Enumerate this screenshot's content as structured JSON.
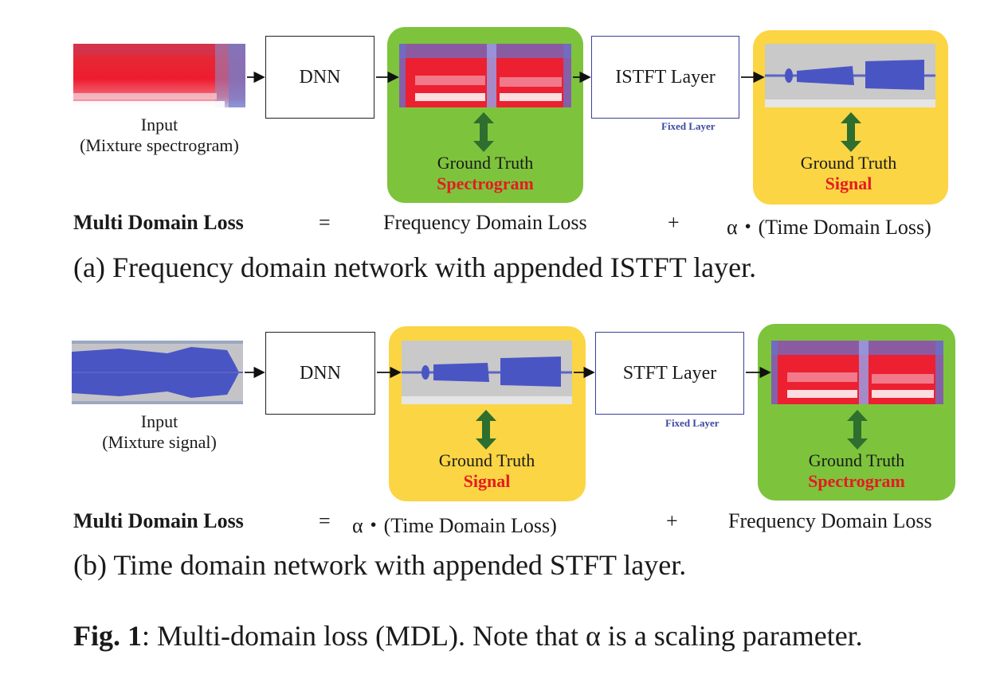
{
  "panel_a": {
    "input_label_1": "Input",
    "input_label_2": "(Mixture spectrogram)",
    "dnn": "DNN",
    "layer": "ISTFT Layer",
    "fixed": "Fixed Layer",
    "gt1_label": "Ground Truth",
    "gt1_type": "Spectrogram",
    "gt2_label": "Ground Truth",
    "gt2_type": "Signal",
    "loss_name": "Multi Domain Loss",
    "eq_sign": "=",
    "term1": "Frequency Domain Loss",
    "plus": "+",
    "term2": "α・(Time Domain Loss)",
    "caption": "(a) Frequency domain network with appended ISTFT layer."
  },
  "panel_b": {
    "input_label_1": "Input",
    "input_label_2": "(Mixture signal)",
    "dnn": "DNN",
    "layer": "STFT Layer",
    "fixed": "Fixed Layer",
    "gt1_label": "Ground Truth",
    "gt1_type": "Signal",
    "gt2_label": "Ground Truth",
    "gt2_type": "Spectrogram",
    "loss_name": "Multi Domain Loss",
    "eq_sign": "=",
    "term1": "α・(Time Domain Loss)",
    "plus": "+",
    "term2": "Frequency Domain Loss",
    "caption": "(b) Time domain network with appended STFT layer."
  },
  "figure": {
    "label": "Fig. 1",
    "text": ": Multi-domain loss (MDL). Note that α is a scaling parameter."
  },
  "colors": {
    "green_panel": "#7dc43c",
    "yellow_panel": "#fbd543",
    "arrow_green": "#2e6e2e",
    "accent_red": "#e41b23",
    "fixed_blue": "#3a4aa0"
  }
}
